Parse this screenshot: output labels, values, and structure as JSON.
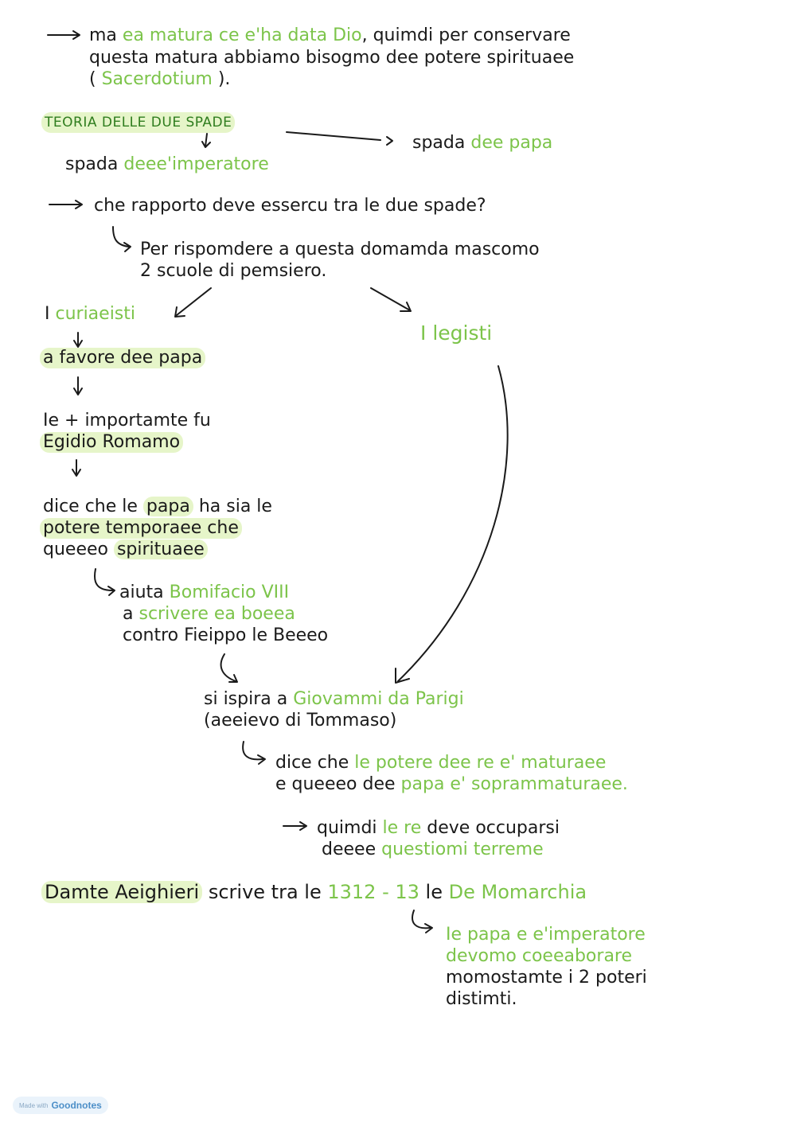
{
  "notes": {
    "intro": {
      "l1_pre": "ma ",
      "l1_green": "ea matura ce e'ha data Dio",
      "l1_post": ", quimdi per conservare",
      "l2": "questa matura abbiamo bisogmo dee potere spirituaee",
      "l3_open": "( ",
      "l3_green": "Sacerdotium",
      "l3_close": " )."
    },
    "teoria": {
      "title": "TEORIA DELLE DUE SPADE",
      "right_pre": "spada ",
      "right_green": "dee papa",
      "left_pre": "spada ",
      "left_green": "deee'imperatore"
    },
    "question": {
      "q": "che rapporto deve essercu tra le due spade?",
      "a1": "Per rispomdere a questa domamda mascomo",
      "a2": "2 scuole di pemsiero."
    },
    "curialisti": {
      "title_pre": "I ",
      "title_green": "curiaeisti",
      "favor": "a favore dee papa",
      "imp1": "Ie + importamte fu",
      "imp2": "Egidio Romamo",
      "dice1_pre": "dice che le ",
      "dice1_hl": "papa",
      "dice1_post": " ha sia le",
      "dice2": "potere temporaee che",
      "dice3_pre": "queeeo ",
      "dice3_hl": "spirituaee",
      "aiuta1_pre": "aiuta ",
      "aiuta1_green": "Bomifacio VIII",
      "aiuta2_pre": "a ",
      "aiuta2_green": "scrivere ea boeea",
      "aiuta3": "contro Fieippo le Beeeo"
    },
    "legisti": {
      "title": "I legisti"
    },
    "giovanni": {
      "l1_pre": "si ispira a ",
      "l1_green": "Giovammi da Parigi",
      "l2": "(aeeievo di Tommaso)",
      "d1_pre": "dice che ",
      "d1_green": "le potere dee re e' maturaee",
      "d2_pre": "e queeeo dee ",
      "d2_green": "papa e' soprammaturaee.",
      "q1_pre": "quimdi ",
      "q1_green": "le re",
      "q1_post": " deve occuparsi",
      "q2_pre": "deeee ",
      "q2_green": "questiomi terreme"
    },
    "dante": {
      "name": "Damte Aeighieri",
      "mid": " scrive tra le ",
      "years": "1312 - 13",
      "le": " le ",
      "work": "De Momarchia",
      "c1": "Ie papa e e'imperatore",
      "c2": "devomo coeeaborare",
      "c3": "momostamte i 2 poteri",
      "c4": "distimti."
    }
  },
  "footer": {
    "made_with": "Made with",
    "brand": "Goodnotes"
  },
  "colors": {
    "ink": "#1a1a1a",
    "green": "#7cc44a",
    "dark_green": "#2f7d1e",
    "highlight": "#e6f5c9"
  }
}
